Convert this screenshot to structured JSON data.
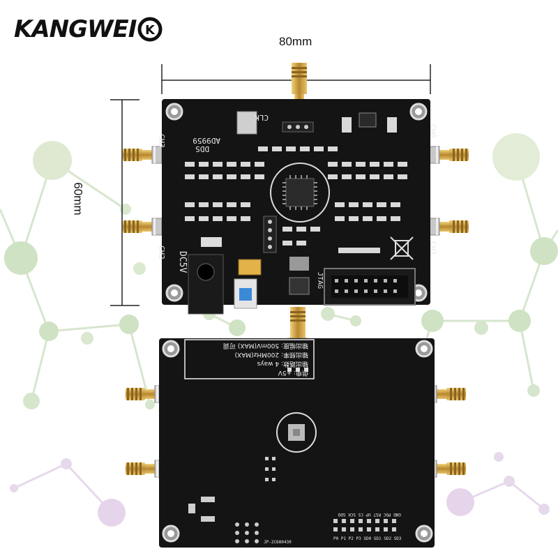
{
  "brand": {
    "name": "KANGWEI",
    "badge": "K"
  },
  "dimensions": {
    "width": "80mm",
    "height": "60mm"
  },
  "board_top": {
    "channels": [
      "CH0",
      "CH1",
      "CH2",
      "CH3"
    ],
    "labels": [
      "CLK",
      "DDS",
      "AD9959",
      "DC5V",
      "JTAG"
    ]
  },
  "board_bottom": {
    "specs": [
      "供电: +5V",
      "输出路数: 4 ways",
      "输出频率: 200MHz(MAX)",
      "输出幅度: 500mV(MAX) 可调"
    ],
    "pin_labels_top": "GND PDC RST UP CS SCK SDO",
    "pin_labels_bottom": "P0 P1 P2 P3 SD0 SD1 SD2 SD3",
    "pcb_code": "JP-2C680430"
  },
  "colors": {
    "pcb": "#141414",
    "gold": "#c9a04a",
    "silk": "#e8e8e8",
    "molecule_green": "#cfe2c3",
    "molecule_purple": "#e6d5ea"
  }
}
